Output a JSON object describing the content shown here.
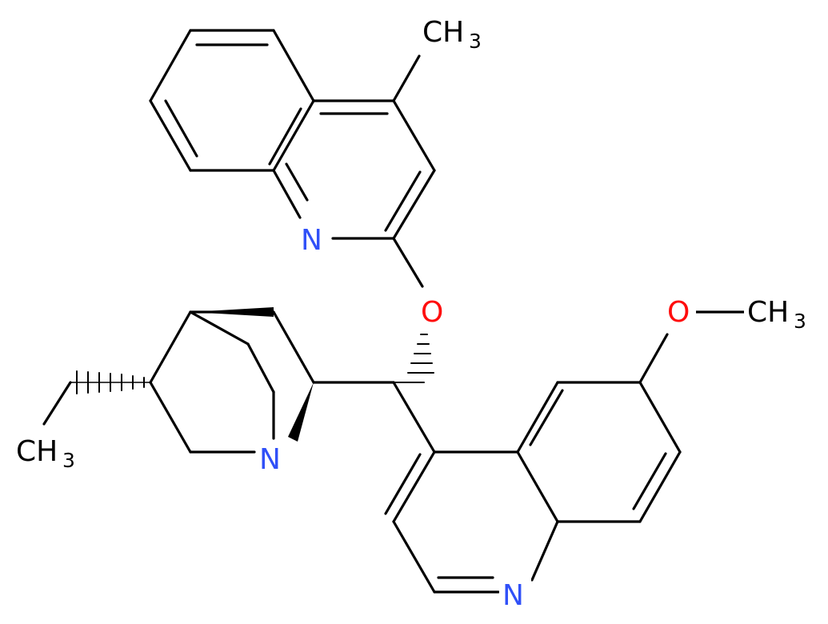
{
  "colors": {
    "carbon": "#000000",
    "nitrogen": "#3050F8",
    "oxygen": "#FF0D0D",
    "background": "#ffffff"
  },
  "atoms": {
    "ch3_top": {
      "text": "CH",
      "sub": "3"
    },
    "n_top": {
      "text": "N"
    },
    "o_ether": {
      "text": "O"
    },
    "o_methoxy": {
      "text": "O"
    },
    "ch3_methoxy": {
      "text": "CH",
      "sub": "3"
    },
    "ch3_ethyl": {
      "text": "CH",
      "sub": "3"
    },
    "n_quinuclidine": {
      "text": "N"
    },
    "n_bottom": {
      "text": "N"
    }
  }
}
